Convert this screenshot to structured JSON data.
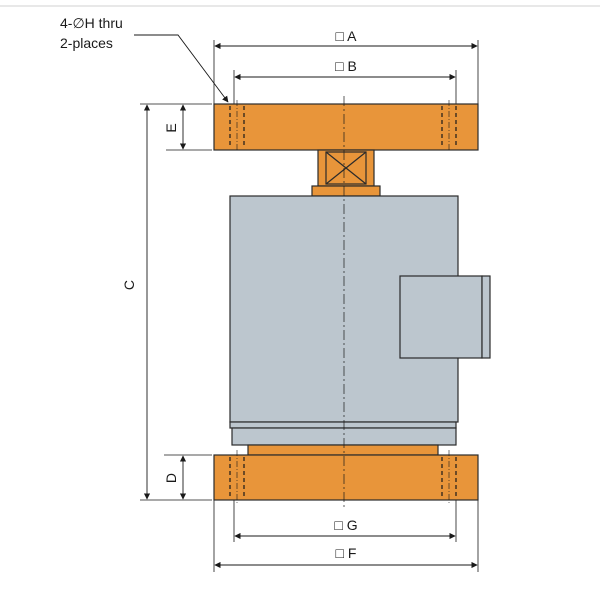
{
  "note": {
    "line1": "4-∅H thru",
    "line2": "2-places"
  },
  "dimensions": {
    "A": "□ A",
    "B": "□ B",
    "C": "C",
    "D": "D",
    "E": "E",
    "F": "□ F",
    "G": "□ G"
  },
  "colors": {
    "flange": "#E8953A",
    "flange_edge": "#2b2b2b",
    "body": "#BCC6CE",
    "line": "#1a1a1a",
    "top_separator": "#cfcfcf"
  }
}
